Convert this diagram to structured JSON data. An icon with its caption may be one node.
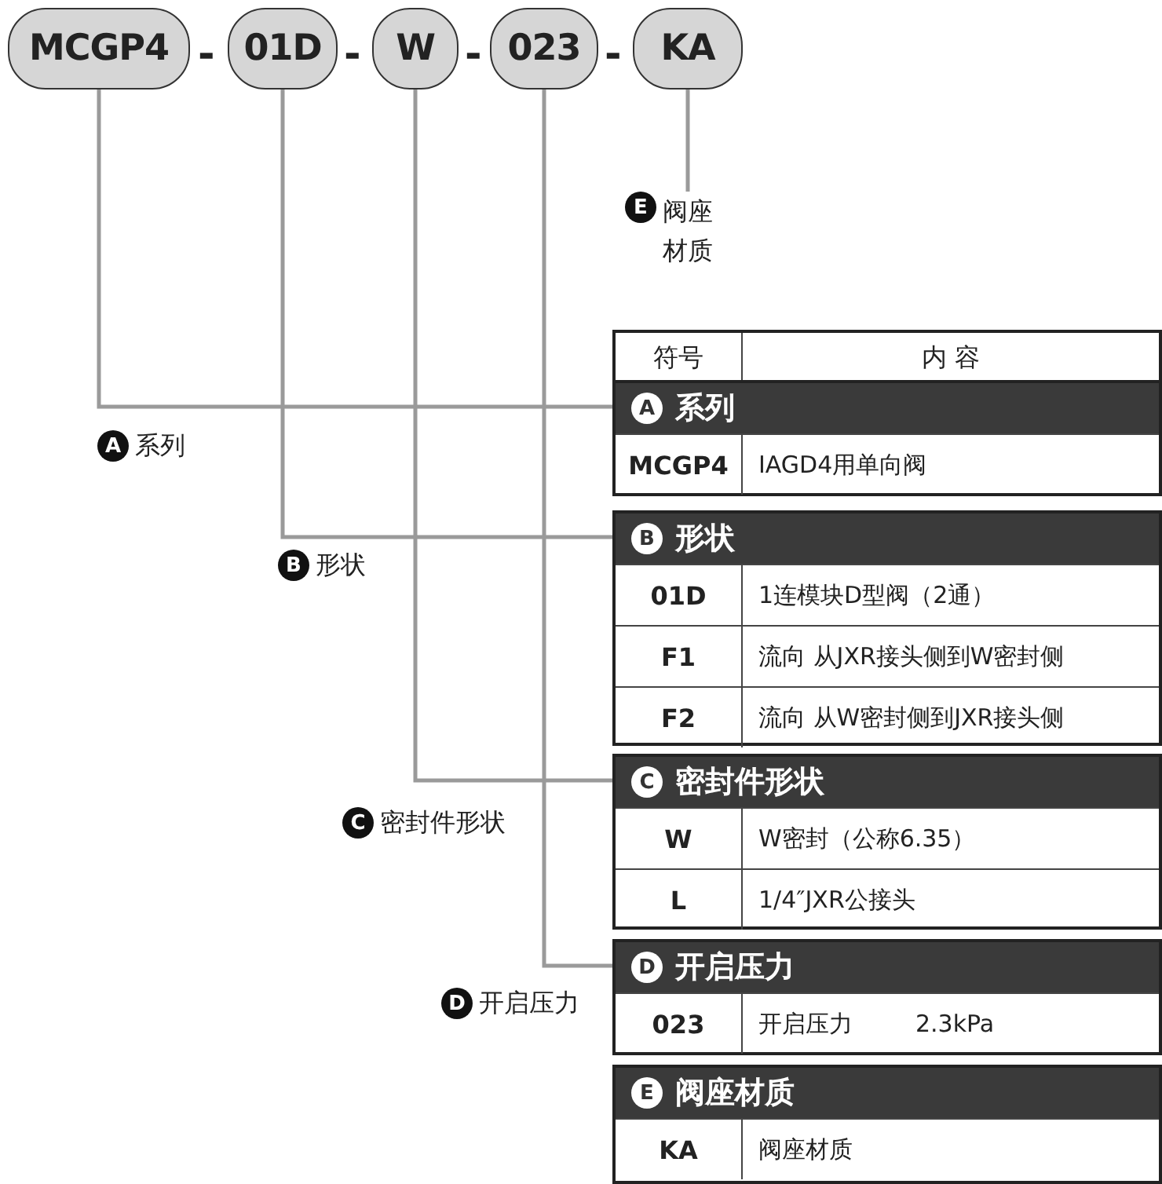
{
  "diagram": {
    "nodes": [
      {
        "text": [
          "MCGP4"
        ]
      },
      {
        "text": [
          "01D"
        ]
      },
      {
        "text": [
          "W"
        ]
      },
      {
        "text": [
          "023"
        ]
      },
      {
        "text": [
          "KA"
        ]
      },
      {
        "text": [
          "E",
          "阀座材质"
        ]
      },
      {
        "text": [
          "符号",
          "内 容"
        ]
      },
      {
        "text": [
          "A",
          "系列",
          "MCGP4",
          "IAGD4用单向阀"
        ]
      },
      {
        "text": [
          "B",
          "形状",
          "01D",
          "1连模块D型阀（2通）",
          "F1",
          "流向 从JXR接头侧到W密封侧",
          "F2",
          "流向 从W密封侧到JXR接头侧"
        ]
      },
      {
        "text": [
          "C",
          "密封件形状",
          "W",
          "W密封（公称6.35）",
          "L",
          "1/4″JXR公接头"
        ]
      },
      {
        "text": [
          "D",
          "开启压力",
          "023",
          "开启压力",
          "2.3kPa"
        ]
      },
      {
        "text": [
          "E",
          "阀座材质",
          "KA",
          "阀座材质"
        ]
      },
      {
        "text": [
          "A",
          "系列"
        ]
      },
      {
        "text": [
          "B",
          "形状"
        ]
      },
      {
        "text": [
          "C",
          "密封件形状"
        ]
      },
      {
        "text": [
          "D",
          "开启压力"
        ]
      }
    ],
    "edges": [
      {
        "from": 0,
        "to": 7,
        "arrow": "none"
      },
      {
        "from": 1,
        "to": 8,
        "arrow": "none"
      },
      {
        "from": 2,
        "to": 9,
        "arrow": "none"
      },
      {
        "from": 3,
        "to": 10,
        "arrow": "none"
      },
      {
        "from": 4,
        "to": 5,
        "arrow": "none"
      }
    ],
    "labels": [
      "-",
      "-",
      "-",
      "-"
    ]
  }
}
